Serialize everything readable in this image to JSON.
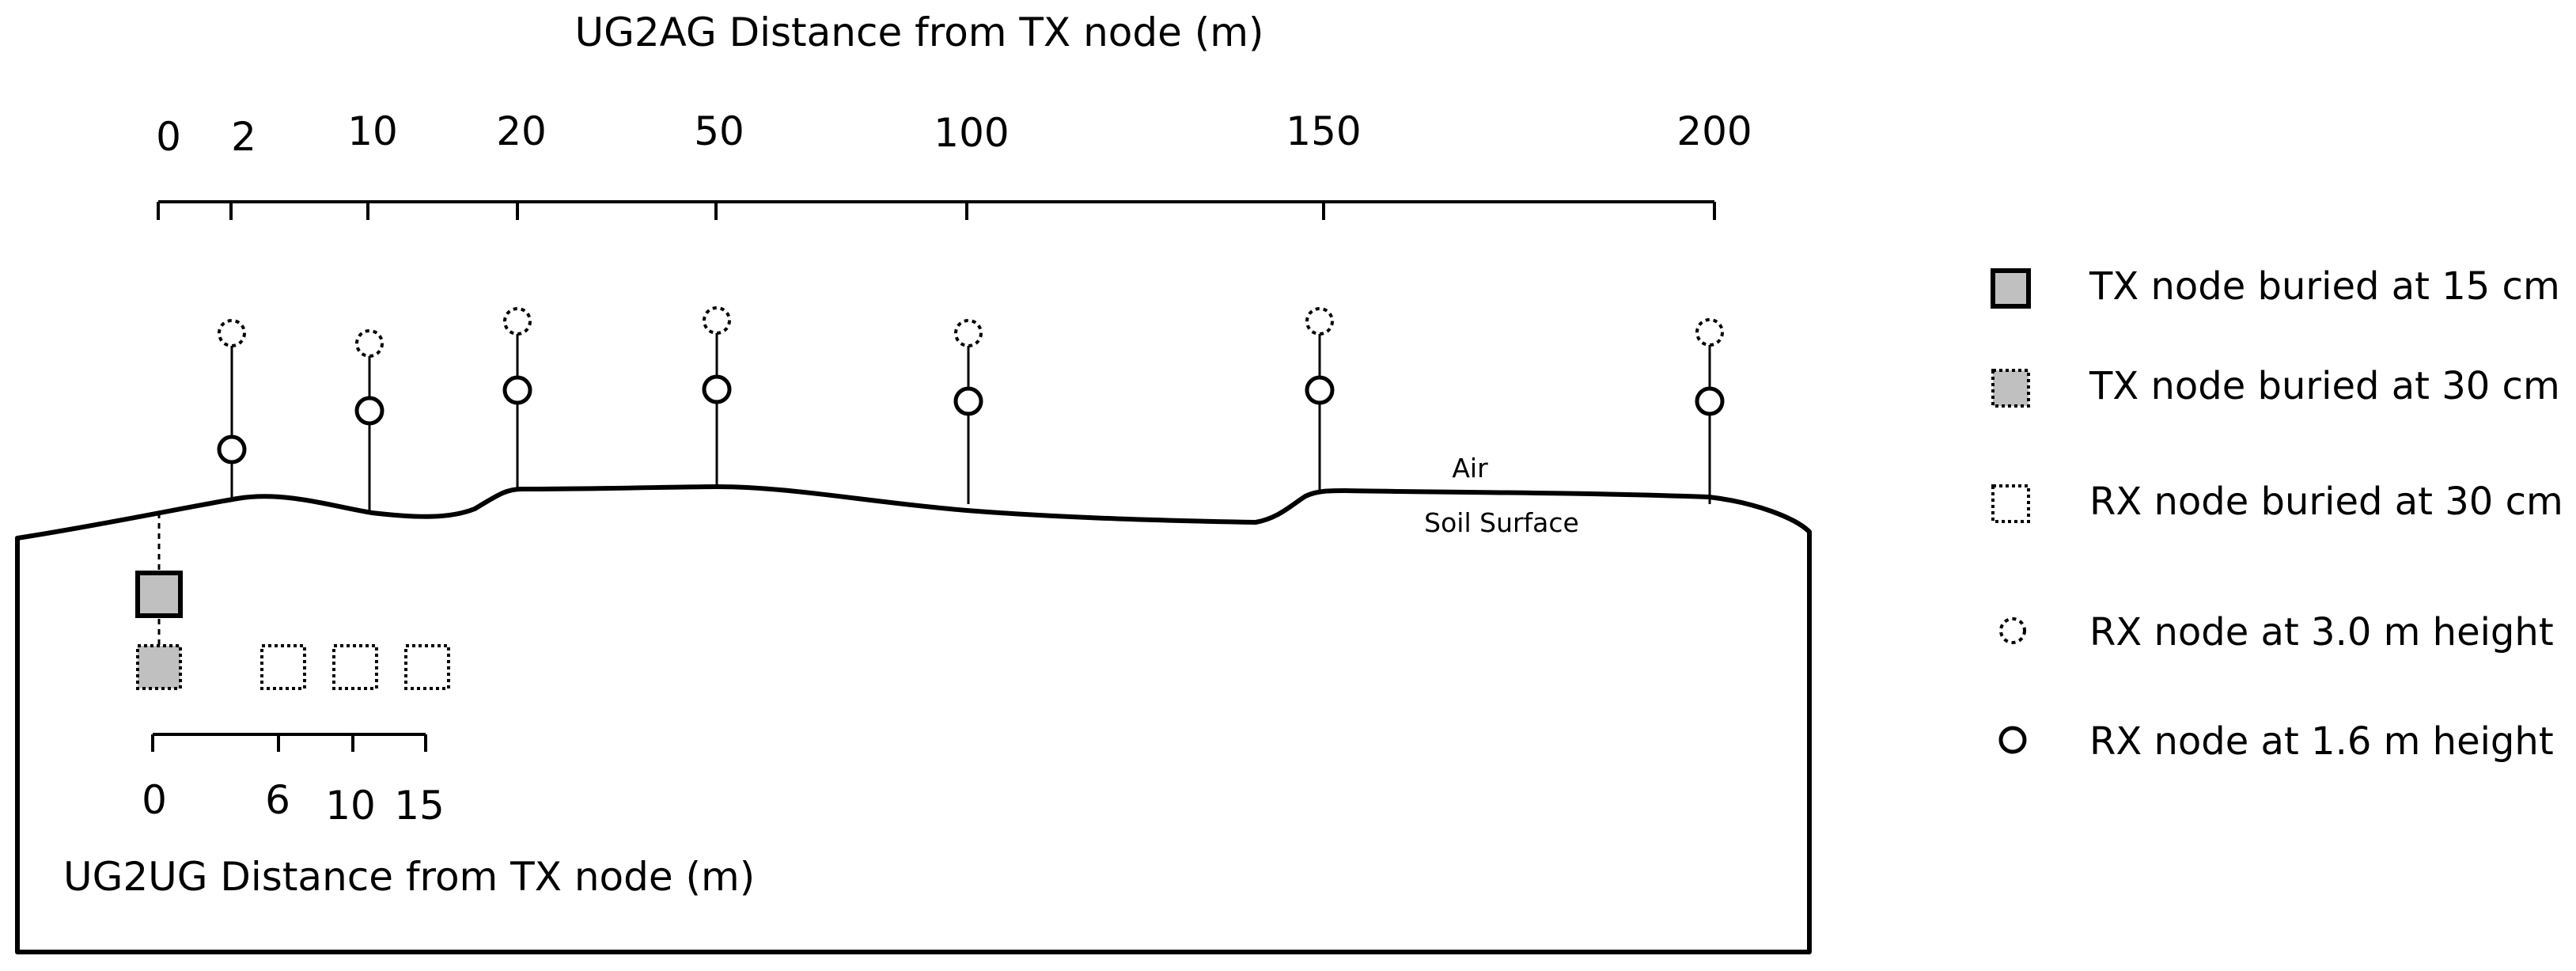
{
  "top_axis": {
    "title": "UG2AG Distance from TX node (m)",
    "ticks": [
      "0",
      "2",
      "10",
      "20",
      "50",
      "100",
      "150",
      "200"
    ]
  },
  "bottom_axis": {
    "title": "UG2UG Distance from TX node (m)",
    "ticks": [
      "0",
      "6",
      "10",
      "15"
    ]
  },
  "labels": {
    "air": "Air",
    "soil_surface": "Soil Surface"
  },
  "legend": [
    {
      "icon": "solid-gray-square-icon",
      "label": "TX node buried at 15 cm"
    },
    {
      "icon": "dotted-gray-square-icon",
      "label": "TX node buried at 30 cm"
    },
    {
      "icon": "dotted-white-square-icon",
      "label": "RX node buried at 30 cm"
    },
    {
      "icon": "dotted-circle-icon",
      "label": "RX node at 3.0 m height"
    },
    {
      "icon": "solid-circle-icon",
      "label": "RX node at 1.6 m height"
    }
  ],
  "colors": {
    "tx_fill": "#c0c0c0",
    "stroke": "#000000",
    "background": "#ffffff"
  }
}
